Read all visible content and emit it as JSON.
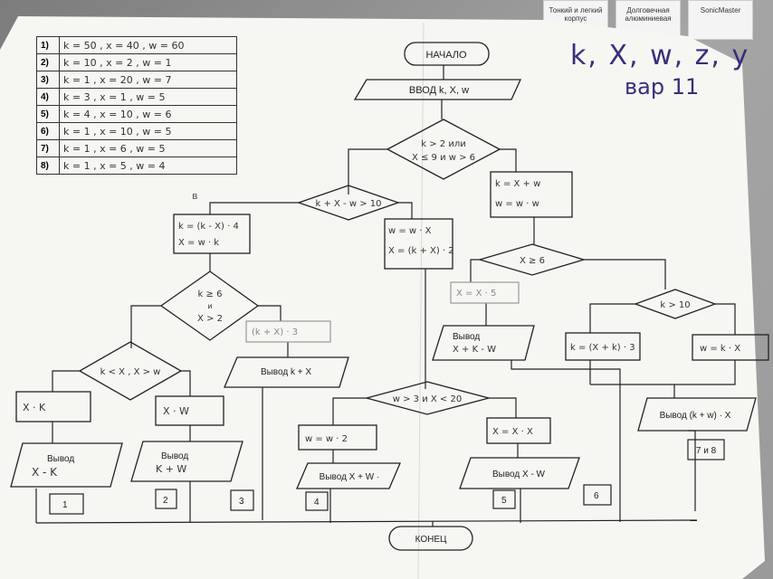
{
  "variables_header": "k, X, w, z, y",
  "variant_label": "вар 11",
  "table": [
    {
      "n": "1)",
      "v": "k = 50 , x = 40 , w = 60"
    },
    {
      "n": "2)",
      "v": "k = 10 , x = 2 , w = 1"
    },
    {
      "n": "3)",
      "v": "k = 1 , x = 20 , w = 7"
    },
    {
      "n": "4)",
      "v": "k = 3 , x = 1 , w = 5"
    },
    {
      "n": "5)",
      "v": "k = 4 , x = 10 , w = 6"
    },
    {
      "n": "6)",
      "v": "k = 1 , x = 10 , w = 5"
    },
    {
      "n": "7)",
      "v": "k = 1 , x = 6 , w = 5"
    },
    {
      "n": "8)",
      "v": "k = 1 , x = 5 , w = 4"
    }
  ],
  "box_cards": [
    "Тонкий и легкий корпус",
    "Долговечная алюминиевая",
    "SonicMaster"
  ],
  "flow": {
    "start": "НАЧАЛО",
    "input": "ВВОД k, X, w",
    "d1_line1": "k > 2 или",
    "d1_line2": "X ≤ 9 и w > 6",
    "d2": "k + X - w > 10",
    "label_b": "в",
    "p1_line1": "k = (k - X) · 4",
    "p1_line2": "X = w · k",
    "p_mid_line1": "w = w · X",
    "p_mid_line2": "X = (k + X) · 2",
    "p_right_line1": "k = X + w",
    "p_right_line2": "w = w · w",
    "d3_line1": "k ≥ 6",
    "d3_and": "и",
    "d3_line2": "X > 2",
    "d_right": "X ≥ 6",
    "p_right2": "X = X · 5",
    "out_right2_line1": "Вывод",
    "out_right2_line2": "X + K - W",
    "d4": "k < X , X > w",
    "p_mid2": "(k + X) · 3",
    "out_mid2": "Вывод  k + X",
    "d_k10": "k > 10",
    "p_k1": "k = (X + k) · 3",
    "p_k2": "w = k · X",
    "out_kw": "Вывод (k + w) · X",
    "tag_78": "7 и 8",
    "p_xk": "X · K",
    "p_xw": "X · W",
    "out1_line1": "Вывод",
    "out1_line2": "X - K",
    "out2_line1": "Вывод",
    "out2_line2": "K + W",
    "d5": "w > 3 и X < 20",
    "p_w2": "w = w · 2",
    "p_xx": "X = X · X",
    "out4": "Вывод  X + W ·",
    "out5": "Вывод  X - W",
    "tags": [
      "1",
      "2",
      "3",
      "4",
      "5",
      "6"
    ],
    "end": "КОНЕЦ"
  }
}
